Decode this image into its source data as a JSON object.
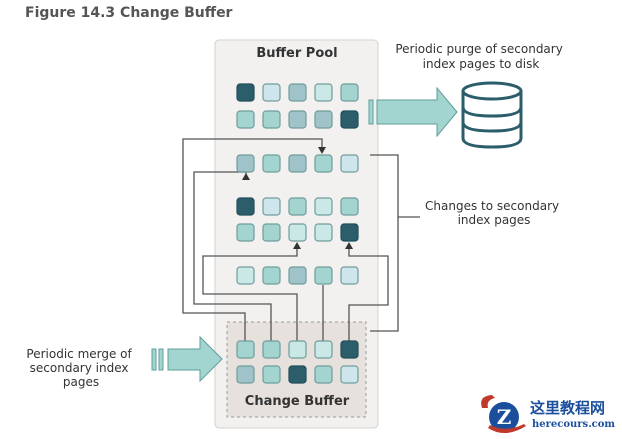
{
  "figure": {
    "title": "Figure 14.3 Change Buffer"
  },
  "buffer_pool": {
    "label": "Buffer Pool",
    "rows": [
      [
        "dark",
        "pale",
        "mid-gray",
        "light",
        "teal"
      ],
      [
        "teal",
        "teal",
        "mid-gray",
        "mid-gray",
        "dark"
      ],
      [
        "mid-gray",
        "teal",
        "mid-gray",
        "teal",
        "pale"
      ],
      [
        "dark",
        "pale",
        "teal",
        "light",
        "teal"
      ],
      [
        "teal",
        "teal",
        "light",
        "light",
        "dark"
      ],
      [
        "light",
        "teal",
        "mid-gray",
        "teal",
        "pale"
      ]
    ]
  },
  "change_buffer": {
    "label": "Change Buffer",
    "rows": [
      [
        "teal",
        "teal",
        "light",
        "light",
        "dark"
      ],
      [
        "mid-gray",
        "teal",
        "dark",
        "teal",
        "pale"
      ]
    ]
  },
  "annotations": {
    "purge": "Periodic purge of secondary index pages to disk",
    "purge_lines": [
      "Periodic purge of secondary",
      "index pages to disk"
    ],
    "changes_lines": [
      "Changes to secondary",
      "index pages"
    ],
    "merge_lines": [
      "Periodic merge of",
      "secondary index",
      "pages"
    ]
  },
  "colors": {
    "dark": "#2b5d6b",
    "pale": "#cfe5ec",
    "mid-gray": "#9fc3c8",
    "light": "#c9e8e6",
    "teal": "#a3d4cf",
    "square_border": "#6f9c9c",
    "arrow_fill": "#a3d5d0",
    "arrow_stroke": "#5f9e9a",
    "disk_stroke": "#2b5d6b",
    "line": "#555555"
  },
  "watermark": {
    "cn": "这里教程网",
    "en": "herecours.com"
  }
}
